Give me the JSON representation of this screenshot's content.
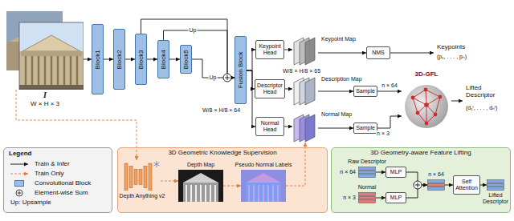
{
  "diagram": {
    "nodes": [
      {
        "text": [
          "I",
          "W × H × 3"
        ]
      },
      {
        "text": [
          "Block1"
        ]
      },
      {
        "text": [
          "Block2"
        ]
      },
      {
        "text": [
          "Block3"
        ]
      },
      {
        "text": [
          "Block4"
        ]
      },
      {
        "text": [
          "Block5"
        ]
      },
      {
        "text": [
          "Fusion Block"
        ]
      },
      {
        "text": [
          "Keypoint Head"
        ]
      },
      {
        "text": [
          "Descriptor Head"
        ]
      },
      {
        "text": [
          "Normal Head"
        ]
      },
      {
        "text": [
          "Keypoint Map"
        ]
      },
      {
        "text": [
          "Description Map"
        ]
      },
      {
        "text": [
          "Normal Map"
        ]
      },
      {
        "text": [
          "NMS"
        ]
      },
      {
        "text": [
          "Sample"
        ]
      },
      {
        "text": [
          "Sample"
        ]
      },
      {
        "text": [
          "3D-GFL"
        ]
      },
      {
        "text": [
          "Legend"
        ]
      },
      {
        "text": [
          "3D Geometric Knowledge Supervision"
        ]
      },
      {
        "text": [
          "Depth Anything v2"
        ],
        "in": 18
      },
      {
        "text": [
          "Depth Map"
        ],
        "in": 18
      },
      {
        "text": [
          "Pseudo Normal Labels"
        ],
        "in": 18
      },
      {
        "text": [
          "3D Geometry-aware Feature Lifting"
        ]
      },
      {
        "text": [
          "Raw Descriptor",
          "n × 64"
        ],
        "in": 22
      },
      {
        "text": [
          "Normal",
          "n × 3"
        ],
        "in": 22
      },
      {
        "text": [
          "MLP"
        ],
        "in": 22
      },
      {
        "text": [
          "MLP"
        ],
        "in": 22
      },
      {
        "text": [
          "n × 64"
        ],
        "in": 22
      },
      {
        "text": [
          "Self Attention"
        ],
        "in": 22
      },
      {
        "text": [
          "Lifted Descriptor"
        ],
        "in": 22
      }
    ],
    "edges": [
      {
        "from": 0,
        "to": 1,
        "arrow": "to"
      },
      {
        "from": 1,
        "to": 2,
        "arrow": "to"
      },
      {
        "from": 2,
        "to": 3,
        "arrow": "to"
      },
      {
        "from": 3,
        "to": 4,
        "arrow": "to"
      },
      {
        "from": 4,
        "to": 5,
        "arrow": "to"
      },
      {
        "from": 3,
        "to": 6,
        "arrow": "to"
      },
      {
        "from": 4,
        "to": 6,
        "label": "Up",
        "arrow": "to"
      },
      {
        "from": 5,
        "to": 6,
        "label": "Up",
        "arrow": "to"
      },
      {
        "from": 6,
        "to": 7,
        "arrow": "to"
      },
      {
        "from": 6,
        "to": 8,
        "arrow": "to"
      },
      {
        "from": 6,
        "to": 9,
        "arrow": "to"
      },
      {
        "from": 7,
        "to": 10,
        "arrow": "to"
      },
      {
        "from": 8,
        "to": 11,
        "arrow": "to"
      },
      {
        "from": 9,
        "to": 12,
        "arrow": "to"
      },
      {
        "from": 10,
        "to": 13,
        "arrow": "to"
      },
      {
        "from": 11,
        "to": 14,
        "arrow": "to"
      },
      {
        "from": 12,
        "to": 15,
        "arrow": "to"
      },
      {
        "from": 14,
        "to": 16,
        "label": "n × 64",
        "arrow": "to"
      },
      {
        "from": 15,
        "to": 16,
        "label": "n × 3",
        "arrow": "to"
      },
      {
        "from": 0,
        "to": 19,
        "arrow": "to"
      },
      {
        "from": 19,
        "to": 20,
        "arrow": "to"
      },
      {
        "from": 20,
        "to": 21,
        "arrow": "to"
      },
      {
        "from": 21,
        "to": 12,
        "arrow": "to"
      },
      {
        "from": 23,
        "to": 25,
        "arrow": "to"
      },
      {
        "from": 24,
        "to": 26,
        "arrow": "to"
      },
      {
        "from": 25,
        "to": 27,
        "arrow": "to"
      },
      {
        "from": 26,
        "to": 27,
        "arrow": "to"
      },
      {
        "from": 27,
        "to": 28,
        "arrow": "to"
      },
      {
        "from": 28,
        "to": 29,
        "arrow": "to"
      }
    ],
    "labels": [
      "W/8 × H/8 × 64",
      "W/8 × H/8 × 65",
      "Keypoints",
      "(p₁, . . . , pₙ)",
      "Lifted Descriptor",
      "(d₁ˡ, . . . , dₙˡ)"
    ],
    "legend": [
      {
        "text": "Train & Infer"
      },
      {
        "text": "Train Only"
      },
      {
        "text": "Convolutional Block",
        "color": "#9ec0e6"
      },
      {
        "text": "Element-wise Sum"
      },
      {
        "text": "Up: Upsample"
      }
    ]
  }
}
